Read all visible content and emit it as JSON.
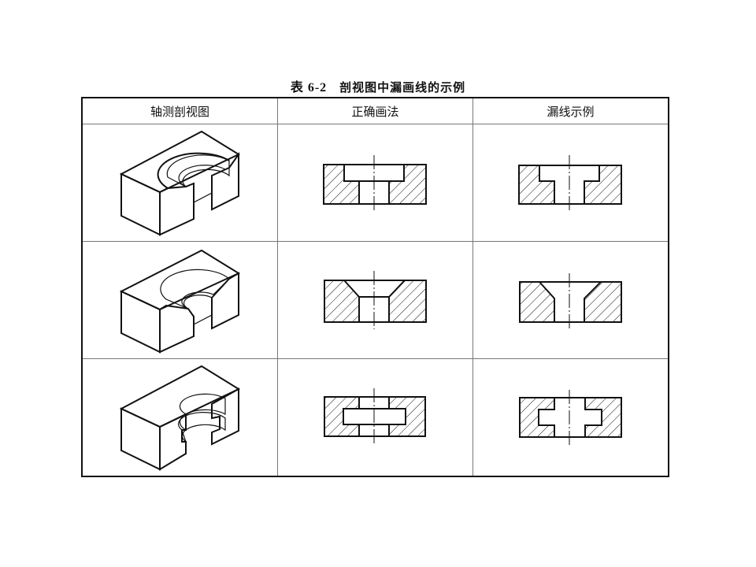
{
  "title": {
    "number": "表 6-2",
    "text": "剖视图中漏画线的示例"
  },
  "headers": [
    "轴测剖视图",
    "正确画法",
    "漏线示例"
  ],
  "rows": [
    {
      "type": "counterbored-hole"
    },
    {
      "type": "countersunk-hole"
    },
    {
      "type": "internal-groove"
    }
  ]
}
